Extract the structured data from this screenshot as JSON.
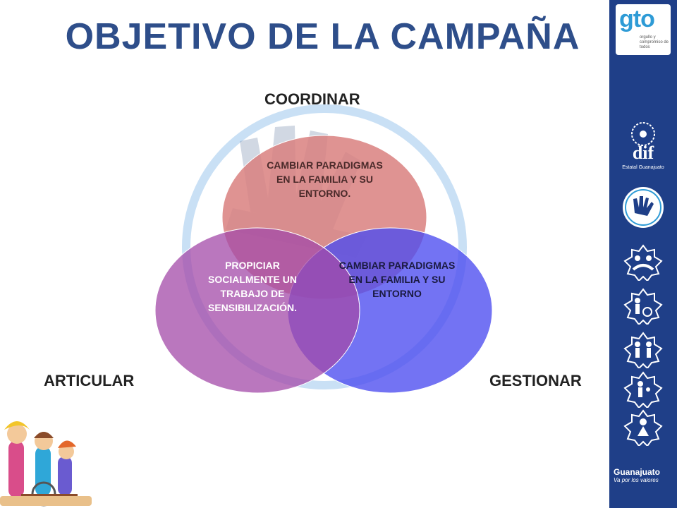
{
  "title": "OBJETIVO DE LA CAMPAÑA",
  "labels": {
    "top": "COORDINAR",
    "left": "ARTICULAR",
    "right": "GESTIONAR"
  },
  "circles": {
    "top": "CAMBIAR PARADIGMAS EN LA FAMILIA Y SU ENTORNO.",
    "left": "PROPICIAR SOCIALMENTE UN TRABAJO DE SENSIBILIZACIÓN.",
    "right": "CAMBIAR PARADIGMAS EN LA FAMILIA Y SU ENTORNO"
  },
  "sidebar": {
    "logo_text": "gto",
    "logo_sub": "orgullo y compromiso de todos",
    "dif_text": "dif",
    "dif_sub": "Estatal Guanajuato",
    "footer_name": "Guanajuato",
    "footer_motto": "Va por los valores"
  },
  "colors": {
    "title": "#2e4e8a",
    "sidebar": "#1f3f88",
    "circle_top": "#d9807f",
    "circle_left": "#a34aa8",
    "circle_right": "#4b4cf0",
    "watermark": "#9fc9ee"
  },
  "icons": [
    "gto-logo-icon",
    "dif-logo-icon",
    "hand-campaign-icon",
    "family-icon",
    "family-disability-icon",
    "parents-child-icon",
    "parent-child-icon",
    "person-icon"
  ]
}
